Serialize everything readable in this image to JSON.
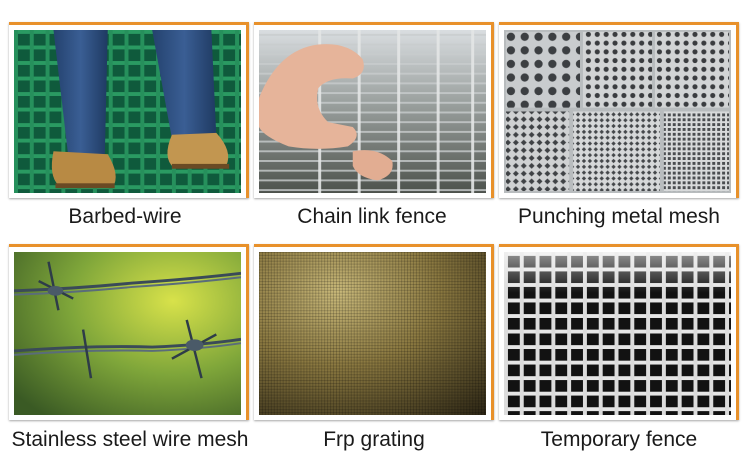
{
  "accent_color": "#e8912b",
  "items": [
    {
      "label": "Barbed-wire"
    },
    {
      "label": "Chain link fence"
    },
    {
      "label": "Punching metal mesh"
    },
    {
      "label": "Stainless steel wire mesh"
    },
    {
      "label": "Frp grating"
    },
    {
      "label": "Temporary fence"
    }
  ]
}
